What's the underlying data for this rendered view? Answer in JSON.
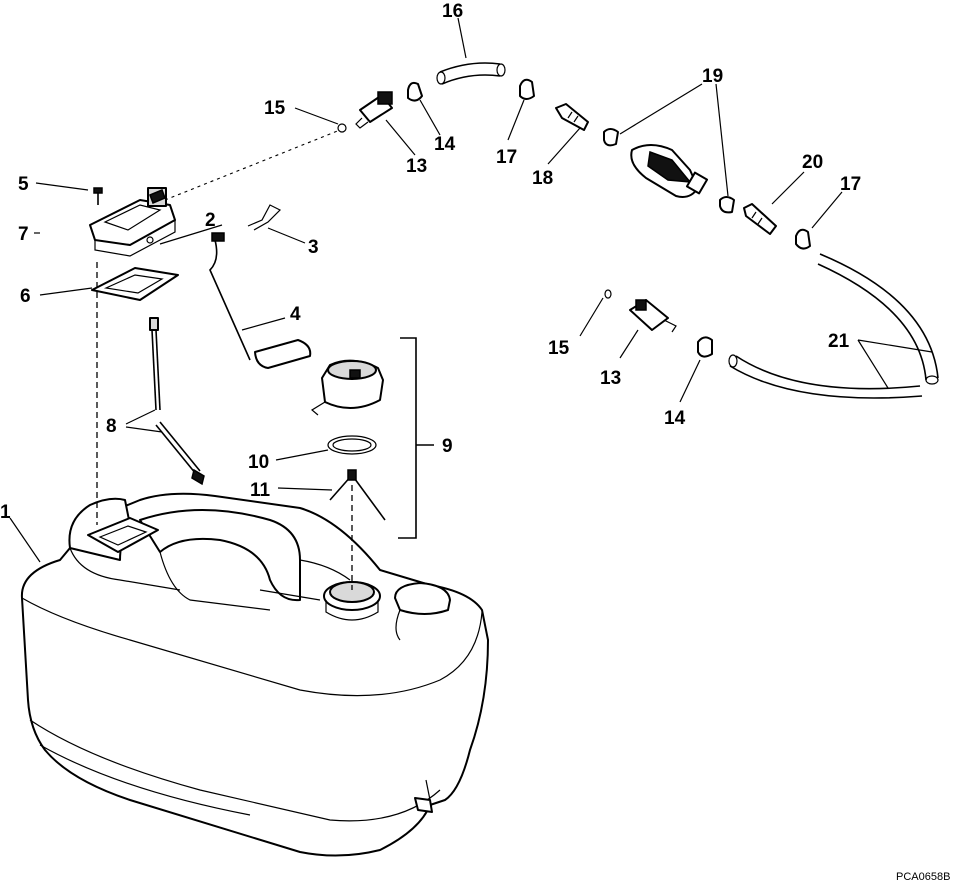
{
  "diagram": {
    "callouts": [
      {
        "id": "c1",
        "text": "1"
      },
      {
        "id": "c2",
        "text": "2"
      },
      {
        "id": "c3",
        "text": "3"
      },
      {
        "id": "c4",
        "text": "4"
      },
      {
        "id": "c5",
        "text": "5"
      },
      {
        "id": "c6",
        "text": "6"
      },
      {
        "id": "c7",
        "text": "7"
      },
      {
        "id": "c8",
        "text": "8"
      },
      {
        "id": "c9",
        "text": "9"
      },
      {
        "id": "c10",
        "text": "10"
      },
      {
        "id": "c11",
        "text": "11"
      },
      {
        "id": "c13a",
        "text": "13"
      },
      {
        "id": "c13b",
        "text": "13"
      },
      {
        "id": "c14a",
        "text": "14"
      },
      {
        "id": "c14b",
        "text": "14"
      },
      {
        "id": "c15a",
        "text": "15"
      },
      {
        "id": "c15b",
        "text": "15"
      },
      {
        "id": "c16",
        "text": "16"
      },
      {
        "id": "c17a",
        "text": "17"
      },
      {
        "id": "c17b",
        "text": "17"
      },
      {
        "id": "c18",
        "text": "18"
      },
      {
        "id": "c19",
        "text": "19"
      },
      {
        "id": "c20",
        "text": "20"
      },
      {
        "id": "c21",
        "text": "21"
      }
    ],
    "figure_code": "PCA0658B"
  }
}
